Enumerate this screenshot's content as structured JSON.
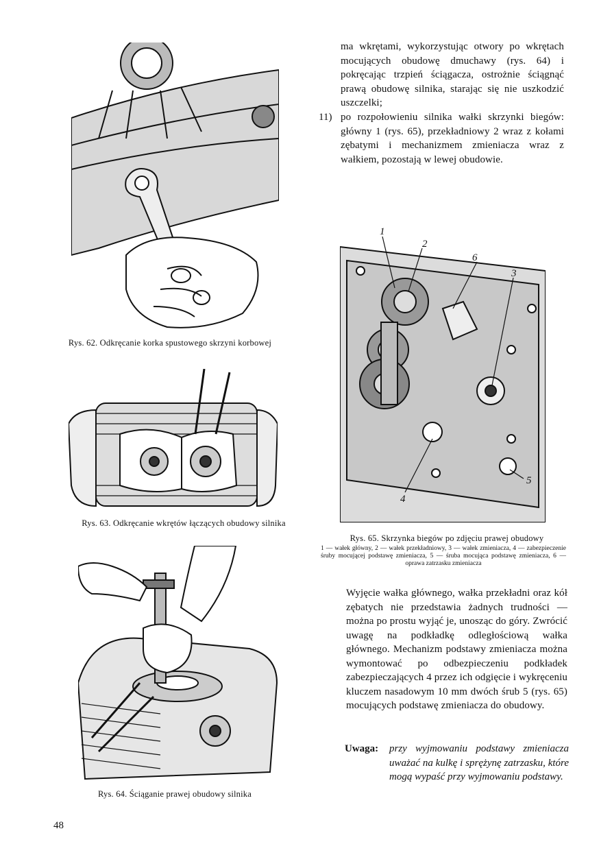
{
  "page": {
    "number": "48"
  },
  "figures": {
    "fig62": {
      "caption": "Rys. 62. Odkręcanie korka spustowego skrzyni korbowej"
    },
    "fig63": {
      "caption": "Rys. 63. Odkręcanie wkrętów łączących obudowy silnika"
    },
    "fig64": {
      "caption": "Rys. 64. Ściąganie prawej obudowy silnika"
    },
    "fig65": {
      "caption": "Rys. 65. Skrzynka biegów po zdjęciu prawej obudowy",
      "legend": "1 — wałek główny, 2 — wałek przekładniowy, 3 — wałek zmieniacza, 4 — zabezpieczenie śruby mocującej podstawę zmieniacza, 5 — śruba mocująca podstawę zmieniacza, 6 — oprawa zatrzasku zmieniacza",
      "callouts": [
        "1",
        "2",
        "3",
        "4",
        "5",
        "6"
      ]
    }
  },
  "text": {
    "para_top": "ma wkrętami, wykorzystując otwory po wkrętach mocujących obudowę dmuchawy (rys. 64) i pokręcając trzpień ściągacza, ostrożnie ściągnąć prawą obudowę silnika, starając się nie uszkodzić uszczelki;",
    "item11_num": "11)",
    "item11_text": "po rozpołowieniu silnika wałki skrzynki biegów: główny 1 (rys. 65), przekładniowy 2 wraz z kołami zębatymi i mechanizmem zmieniacza wraz z wałkiem, pozostają w lewej obudowie.",
    "para_main": "Wyjęcie wałka głównego, wałka przekładni oraz kół zębatych nie przedstawia żadnych trudności — można po prostu wyjąć je, unosząc do góry. Zwrócić uwagę na podkładkę odległościową wałka głównego. Mechanizm podstawy zmieniacza można wymontować po odbezpieczeniu podkładek zabezpieczających 4 przez ich odgięcie i wykręceniu kluczem nasadowym 10 mm dwóch śrub 5 (rys. 65) mocujących podstawę zmieniacza do obudowy.",
    "uwaga_label": "Uwaga:",
    "uwaga_text": "przy wyjmowaniu podstawy zmieniacza uważać na kulkę i sprężynę zatrzasku, które mogą wypaść przy wyjmowaniu podstawy."
  }
}
